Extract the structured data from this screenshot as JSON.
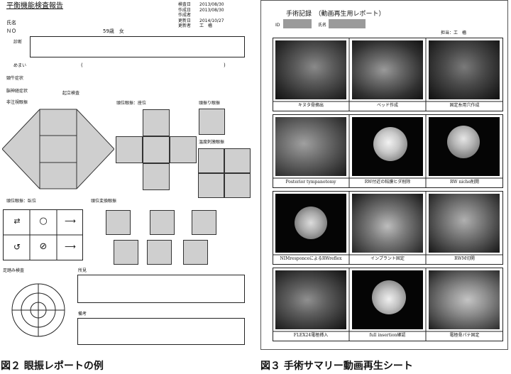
{
  "left_report": {
    "title": "平衡機能検査報告",
    "meta": [
      {
        "label": "検査日",
        "value": "2013/08/30"
      },
      {
        "label": "作成日",
        "value": "2013/08/30"
      },
      {
        "label": "作成者",
        "value": ""
      },
      {
        "label": "更新日",
        "value": "2014/10/27"
      },
      {
        "label": "更新者",
        "value": "工　檣"
      }
    ],
    "name_label": "氏名",
    "patient_no": "ＮＯ",
    "age_sex": "59歳　女",
    "diagnosis_label": "診断",
    "vertigo_label": "めまい",
    "paren_open": "(",
    "paren_close": ")",
    "neck_label": "頸牛症状",
    "cranial_label": "脳神経症状",
    "standing_label": "起立検査",
    "gaze_label": "非注視眼振",
    "head_position_label": "頭位眼振：座位",
    "head_shake_label": "頭振り眼振",
    "caloric_label": "温度刺激眼振",
    "supine_label": "頭位眼振：臥位",
    "positioning_label": "頭位変換眼振",
    "stepping_label": "足踏み検査",
    "findings_label": "所見",
    "remarks_label": "備考",
    "arrow_glyphs": [
      "⇄",
      "○",
      "⟶",
      "↺",
      "⊘",
      "⟶"
    ]
  },
  "right_report": {
    "title": "手術記録　（動画再生用レポート）",
    "id_label": "ID",
    "name_label": "氏名",
    "staff": "担当：工　檣",
    "captions": [
      [
        "キヌタ骨摘出",
        "ベッド作成",
        "固定糸用穴作成"
      ],
      [
        "Posterior tympanotomy",
        "RW付近の粘膜ヒダ削除",
        "RW niche削開"
      ],
      [
        "NIMresponceによるRWreflex",
        "インプラント固定",
        "RWM切開"
      ],
      [
        "FLEX24電極挿入",
        "full insertion確認",
        "電極骨パテ固定"
      ]
    ]
  },
  "figure_captions": {
    "left": "図２ 眼振レポートの例",
    "right": "図３ 手術サマリー動画再生シート"
  }
}
